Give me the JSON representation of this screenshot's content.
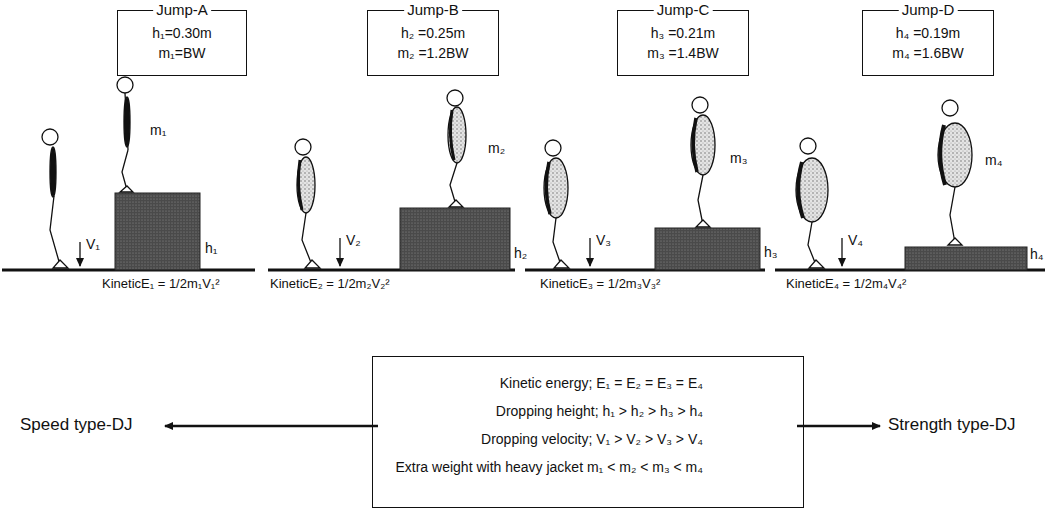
{
  "diagram": {
    "nodes": [
      {
        "text": [
          "Jump-A",
          "h₁=0.30m",
          "m₁=BW"
        ]
      },
      {
        "text": [
          "Jump-B",
          "h₂ =0.25m",
          "m₂ =1.2BW"
        ]
      },
      {
        "text": [
          "Jump-C",
          "h₃ =0.21m",
          "m₃ =1.4BW"
        ]
      },
      {
        "text": [
          "Jump-D",
          "h₄ =0.19m",
          "m₄ =1.6BW"
        ]
      },
      {
        "text": [
          "Kinetic energy;  E₁ = E₂ = E₃ = E₄",
          "Dropping height;  h₁ > h₂ > h₃ > h₄",
          "Dropping velocity;  V₁ > V₂ > V₃ > V₄",
          "Extra weight with heavy jacket m₁ < m₂ < m₃ < m₄"
        ]
      }
    ],
    "edges": [],
    "labels": [
      "m₁",
      "V₁",
      "h₁",
      "KineticE₁ = 1/2m₁V₁²",
      "m₂",
      "V₂",
      "h₂",
      "KineticE₂ = 1/2m₂V₂²",
      "m₃",
      "V₃",
      "h₃",
      "KineticE₃ = 1/2m₃V₃²",
      "m₄",
      "V₄",
      "h₄",
      "KineticE₄ = 1/2m₄V₄²",
      "Speed type-DJ",
      "Strength type-DJ"
    ]
  }
}
